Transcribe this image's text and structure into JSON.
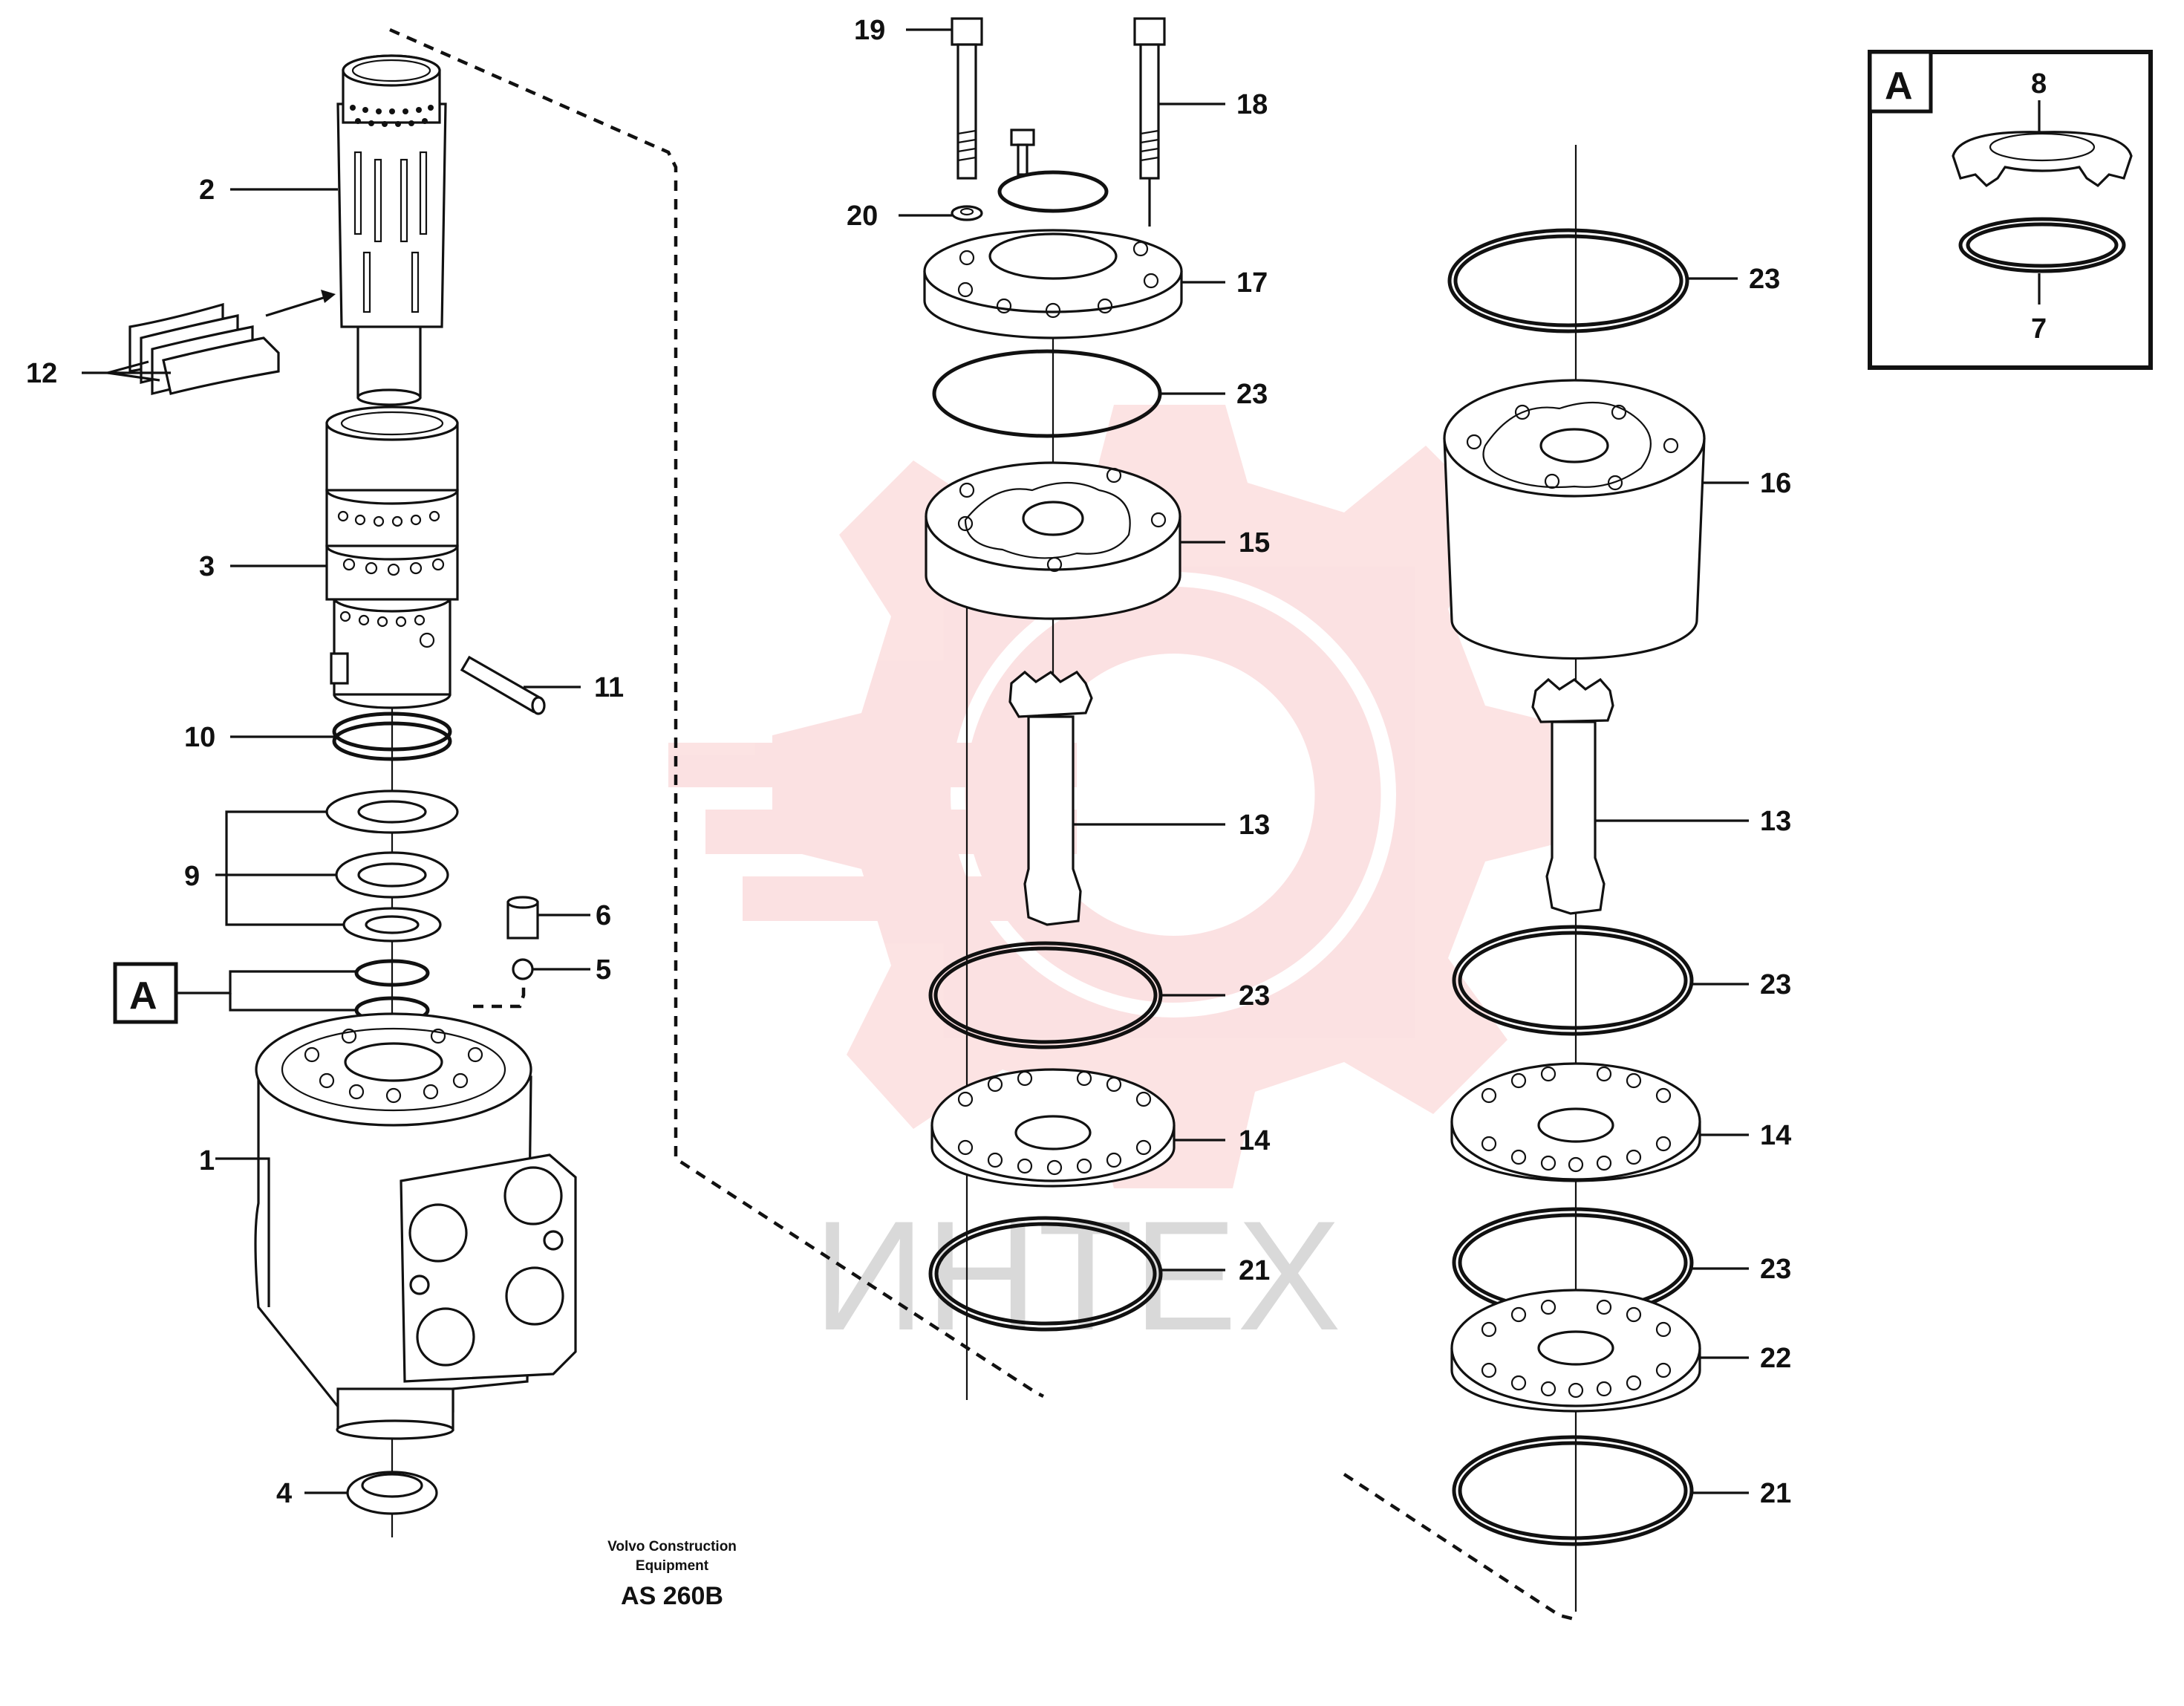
{
  "callouts": [
    {
      "id": "p1",
      "label": "1"
    },
    {
      "id": "p2",
      "label": "2"
    },
    {
      "id": "p3",
      "label": "3"
    },
    {
      "id": "p4",
      "label": "4"
    },
    {
      "id": "p5",
      "label": "5"
    },
    {
      "id": "p6",
      "label": "6"
    },
    {
      "id": "p9",
      "label": "9"
    },
    {
      "id": "p10",
      "label": "10"
    },
    {
      "id": "p11",
      "label": "11"
    },
    {
      "id": "p12",
      "label": "12"
    },
    {
      "id": "p13a",
      "label": "13"
    },
    {
      "id": "p13b",
      "label": "13"
    },
    {
      "id": "p14a",
      "label": "14"
    },
    {
      "id": "p14b",
      "label": "14"
    },
    {
      "id": "p15",
      "label": "15"
    },
    {
      "id": "p16",
      "label": "16"
    },
    {
      "id": "p17",
      "label": "17"
    },
    {
      "id": "p18",
      "label": "18"
    },
    {
      "id": "p19",
      "label": "19"
    },
    {
      "id": "p20",
      "label": "20"
    },
    {
      "id": "p21a",
      "label": "21"
    },
    {
      "id": "p21b",
      "label": "21"
    },
    {
      "id": "p22",
      "label": "22"
    },
    {
      "id": "p23a",
      "label": "23"
    },
    {
      "id": "p23b",
      "label": "23"
    },
    {
      "id": "p23c",
      "label": "23"
    },
    {
      "id": "p23d",
      "label": "23"
    },
    {
      "id": "p23e",
      "label": "23"
    }
  ],
  "detail_ref": {
    "letter": "A"
  },
  "detail_box": {
    "letter": "A",
    "labels": [
      "8",
      "7"
    ]
  },
  "caption": {
    "line1": "Volvo Construction",
    "line2": "Equipment",
    "code": "AS 260B"
  },
  "watermark": {
    "text": "ИНТЕХ",
    "color": "#e8232a"
  }
}
